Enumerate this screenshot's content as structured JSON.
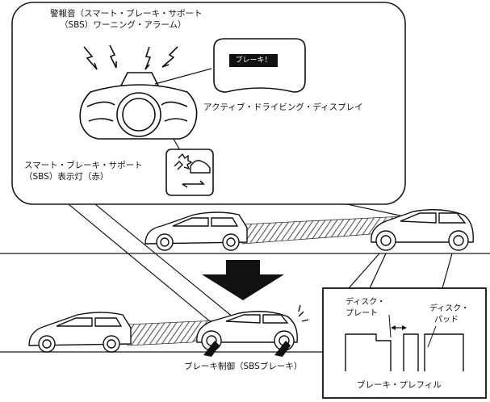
{
  "callout": {
    "warning_sound_line1": "警報音（スマート・ブレーキ・サポート",
    "warning_sound_line2": "（SBS）ワーニング・アラーム）",
    "display_label": "アクティブ・ドライビング・ディスプレイ",
    "display_message": "ブレーキ！",
    "indicator_line1": "スマート・ブレーキ・サポート",
    "indicator_line2": "（SBS）表示灯（赤）"
  },
  "scene": {
    "brake_control_label": "ブレーキ制御（SBSブレーキ）"
  },
  "inset": {
    "disc_plate_line1": "ディスク・",
    "disc_plate_line2": "プレート",
    "disc_pad_line1": "ディスク・",
    "disc_pad_line2": "パッド",
    "prefill_label": "ブレーキ・プレフィル"
  },
  "colors": {
    "display_bg": "#111111",
    "display_text": "#ffffff",
    "line": "#1a1a1a",
    "hatch": "#555555"
  }
}
